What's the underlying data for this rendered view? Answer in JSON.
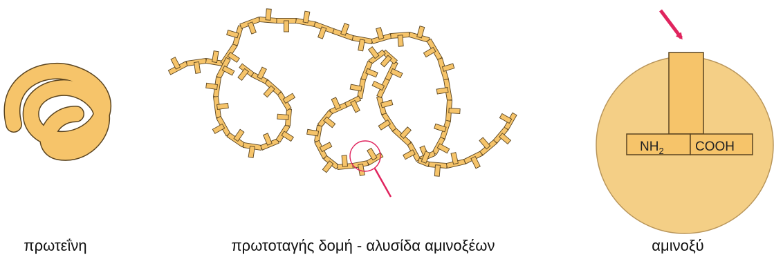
{
  "colors": {
    "residue_fill": "#F6C46A",
    "residue_stroke": "#5A4420",
    "circle_fill": "#F4CF86",
    "circle_stroke": "#B8955A",
    "arrow": "#E0245E",
    "highlight_ring": "#E0245E"
  },
  "labels": {
    "protein": "πρωτεΐνη",
    "primary_structure": "πρωτοταγής δομή - αλυσίδα αμινοξέων",
    "amino_acid": "αμινοξύ"
  },
  "amino_acid": {
    "amine_group": "NH",
    "amine_subscript": "2",
    "carboxyl_group": "COOH"
  }
}
